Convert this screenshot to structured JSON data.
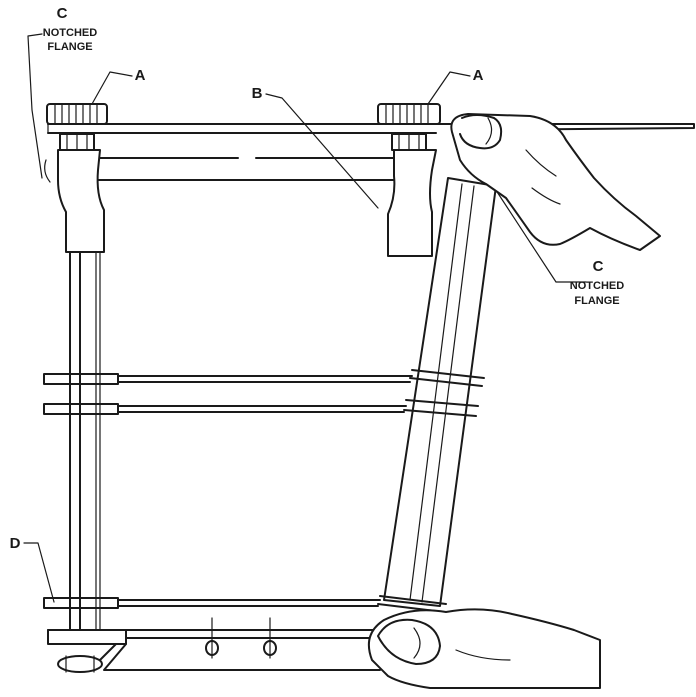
{
  "figure": {
    "background": "#ffffff",
    "ink": "#1a1a1a",
    "callouts": {
      "a_left": "A",
      "a_right": "A",
      "b": "B",
      "c_top_letter": "C",
      "c_top_line1": "NOTCHED",
      "c_top_line2": "FLANGE",
      "c_right_letter": "C",
      "c_right_line1": "NOTCHED",
      "c_right_line2": "FLANGE",
      "d": "D"
    }
  }
}
